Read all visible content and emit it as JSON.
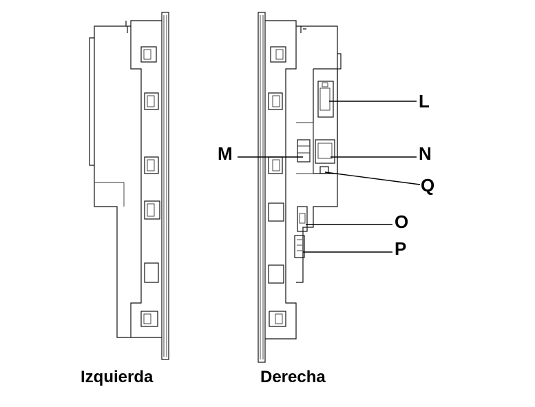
{
  "views": {
    "left": {
      "caption": "Izquierda"
    },
    "right": {
      "caption": "Derecha"
    }
  },
  "callouts": {
    "L": "L",
    "M": "M",
    "N": "N",
    "Q": "Q",
    "O": "O",
    "P": "P"
  },
  "colors": {
    "line": "#111111",
    "background": "#ffffff"
  }
}
